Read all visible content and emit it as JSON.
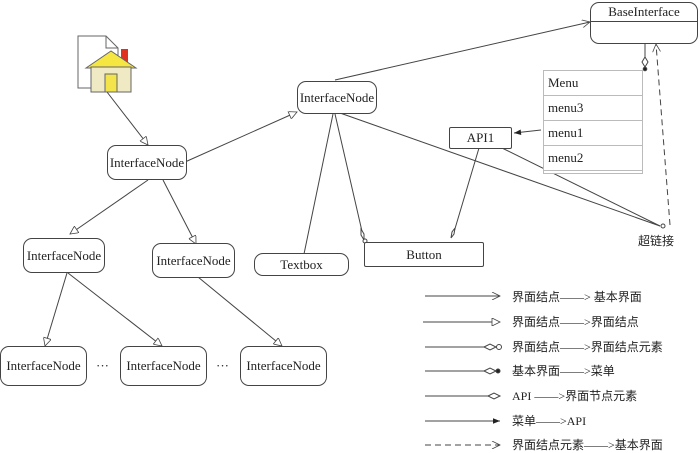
{
  "nodes": {
    "root": "InterfaceNode",
    "mid": "InterfaceNode",
    "l2a": "InterfaceNode",
    "l2b": "InterfaceNode",
    "l3a": "InterfaceNode",
    "l3b": "InterfaceNode",
    "l3c": "InterfaceNode",
    "base": "BaseInterface",
    "api": "API1",
    "textbox": "Textbox",
    "button": "Button",
    "ellipsis": "···"
  },
  "menu": {
    "title": "Menu",
    "items": [
      "menu3",
      "menu1",
      "menu2"
    ]
  },
  "hyperlink_label": "超链接",
  "legend": [
    {
      "symbol": "open-arrow",
      "label": "界面结点——> 基本界面"
    },
    {
      "symbol": "hollow-triangle",
      "label": "界面结点——>界面结点"
    },
    {
      "symbol": "diamond-circle",
      "label": "界面结点——>界面结点元素"
    },
    {
      "symbol": "diamond-dot",
      "label": "基本界面——>菜单"
    },
    {
      "symbol": "diamond",
      "label": "API ——>界面节点元素"
    },
    {
      "symbol": "filled-arrow",
      "label": "菜单——>API"
    },
    {
      "symbol": "dashed-open-arrow",
      "label": "界面结点元素——>基本界面"
    }
  ],
  "icons": {
    "home": "home-page-icon"
  }
}
